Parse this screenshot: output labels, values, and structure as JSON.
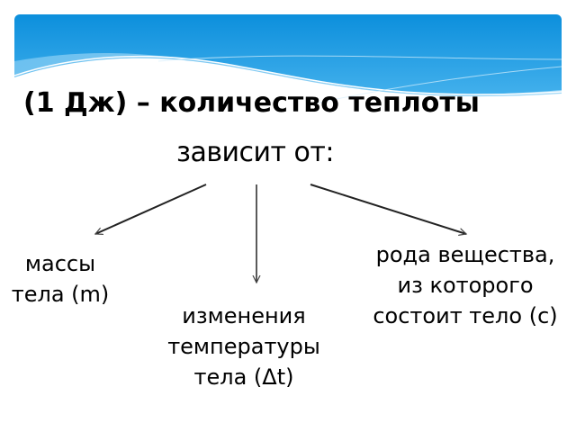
{
  "slide": {
    "title": "(1 Дж) – количество теплоты",
    "subtitle": "зависит от:",
    "factors": [
      {
        "line1": "массы",
        "line2": "тела (m)"
      },
      {
        "line1": "изменения",
        "line2": "температуры",
        "line3": "тела (Δt)"
      },
      {
        "line1": "рода вещества,",
        "line2": "из которого",
        "line3": "состоит тело (с)"
      }
    ]
  },
  "colors": {
    "banner_top": "#0c8fdc",
    "banner_mid": "#3aaaea",
    "banner_light": "#9fd6f5",
    "text": "#000000"
  }
}
